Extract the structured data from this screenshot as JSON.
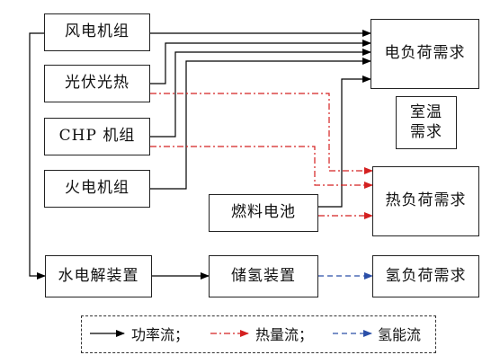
{
  "boxes": {
    "wind": "风电机组",
    "pv": "光伏光热",
    "chp": "CHP 机组",
    "thermal": "火电机组",
    "electrolyzer": "水电解装置",
    "elec_demand": "电负荷需求",
    "room_temp_line1": "室温",
    "room_temp_line2": "需求",
    "heat_demand": "热负荷需求",
    "fuel_cell": "燃料电池",
    "h2_storage": "储氢装置",
    "h2_demand": "氢负荷需求"
  },
  "legend": {
    "power": "功率流；",
    "heat": "热量流；",
    "hydrogen": "氢能流"
  },
  "colors": {
    "power": "#000000",
    "heat": "#d42020",
    "hydrogen": "#2b4fa8"
  }
}
